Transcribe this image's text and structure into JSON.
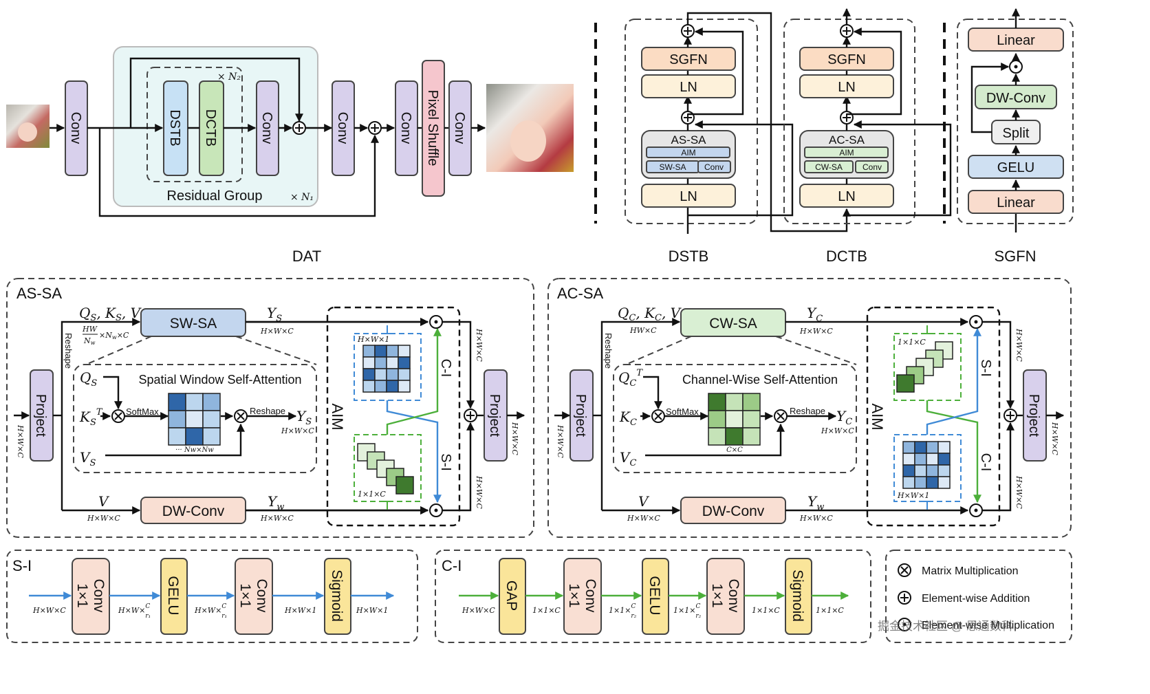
{
  "colors": {
    "conv_purple": "#d8d0ec",
    "dstb_blue": "#c7e1f5",
    "dctb_green": "#c8e6b9",
    "pixel_shuffle_pink": "#f5c6cd",
    "residual_bg": "#e8f6f6",
    "sgfn_orange": "#fbdcc3",
    "ln_cream": "#fdf1da",
    "as_sa_blue": "#c3d6ee",
    "ac_sa_green": "#d9efd3",
    "dwconv_peach": "#f9dfd3",
    "gelu_yellow": "#fae59a",
    "linear_salmon": "#f9dccd",
    "split_gray": "#efefef",
    "aim_gray": "#ececec",
    "s_i_blue": "#3f8ad6",
    "c_i_green": "#4caf3a"
  },
  "dat": {
    "title": "DAT",
    "conv1": "Conv",
    "dstb": "DSTB",
    "dctb": "DCTB",
    "conv_rg": "Conv",
    "n2": "× N₂",
    "residual_group": "Residual Group",
    "n1": "× N₁",
    "conv2": "Conv",
    "conv3": "Conv",
    "pixel_shuffle": "Pixel Shuffle",
    "conv4": "Conv",
    "input_image": "low-resolution input image",
    "output_image": "high-resolution output image"
  },
  "dstb": {
    "title": "DSTB",
    "sgfn": "SGFN",
    "ln_top": "LN",
    "attn": "AS-SA",
    "aim": "AIM",
    "sa": "SW-SA",
    "conv": "Conv",
    "ln_bottom": "LN"
  },
  "dctb": {
    "title": "DCTB",
    "sgfn": "SGFN",
    "ln_top": "LN",
    "attn": "AC-SA",
    "aim": "AIM",
    "sa": "CW-SA",
    "conv": "Conv",
    "ln_bottom": "LN"
  },
  "sgfn": {
    "title": "SGFN",
    "linear_top": "Linear",
    "dwconv": "DW-Conv",
    "split": "Split",
    "gelu": "GELU",
    "linear_bottom": "Linear"
  },
  "as_sa": {
    "title": "AS-SA",
    "project_in": "Project",
    "project_out": "Project",
    "in_dim": "H×W×C",
    "out_dim": "H×W×C",
    "reshape": "Reshape",
    "qkv": "Qs, Ks, Vs",
    "qkv_dim": "HW/Nw ×Nw×C",
    "sa_box": "SW-SA",
    "y_label": "Ys",
    "y_dim": "H×W×C",
    "detail_title": "Spatial Window Self-Attention",
    "q": "Qs",
    "k": "KsT",
    "v": "Vs",
    "softmax": "SoftMax",
    "reshape_inner": "Reshape",
    "attn_dim": "··· Nw×Nw",
    "y_inner": "Ys",
    "y_inner_dim": "H×W×C",
    "v_label": "V",
    "v_dim": "H×W×C",
    "dwconv": "DW-Conv",
    "yw_label": "Yw",
    "yw_dim": "H×W×C",
    "aim": "AIM",
    "map_top_dim": "H×W×1",
    "map_bottom_dim": "1×1×C",
    "ci_label": "C-I",
    "si_label": "S-I",
    "right_dim_top": "H×W×C",
    "right_dim_bottom": "H×W×C",
    "out_dim_right": "H×W×C"
  },
  "ac_sa": {
    "title": "AC-SA",
    "project_in": "Project",
    "project_out": "Project",
    "in_dim": "H×W×C",
    "outer_in_dim": "H×W×C",
    "out_dim": "H×W×C",
    "reshape": "Reshape",
    "qkv": "Qc, Kc, Vc",
    "qkv_dim": "HW×C",
    "sa_box": "CW-SA",
    "y_label": "Yc",
    "y_dim": "H×W×C",
    "detail_title": "Channel-Wise Self-Attention",
    "q": "QcT",
    "k": "Kc",
    "v": "Vc",
    "softmax": "SoftMax",
    "reshape_inner": "Reshape",
    "attn_dim": "C×C",
    "y_inner": "Yc",
    "y_inner_dim": "H×W×C",
    "v_label": "V",
    "v_dim": "H×W×C",
    "dwconv": "DW-Conv",
    "yw_label": "Yw",
    "yw_dim": "H×W×C",
    "aim": "AIM",
    "map_top_dim": "1×1×C",
    "map_bottom_dim": "H×W×1",
    "si_label": "S-I",
    "ci_label": "C-I",
    "right_dim_top": "H×W×C",
    "right_dim_bottom": "H×W×C"
  },
  "s_i": {
    "title": "S-I",
    "blocks": [
      "Conv 1×1",
      "GELU",
      "Conv 1×1",
      "Sigmoid"
    ],
    "conv1_l1": "Conv",
    "conv1_l2": "1×1",
    "gelu": "GELU",
    "conv2_l1": "Conv",
    "conv2_l2": "1×1",
    "sigmoid": "Sigmoid",
    "dims": [
      "H×W×C",
      "H×W×C/r₁",
      "H×W×C/r₁",
      "H×W×1",
      "H×W×1"
    ]
  },
  "c_i": {
    "title": "C-I",
    "gap": "GAP",
    "conv1_l1": "Conv",
    "conv1_l2": "1×1",
    "gelu": "GELU",
    "conv2_l1": "Conv",
    "conv2_l2": "1×1",
    "sigmoid": "Sigmoid",
    "dims": [
      "H×W×C",
      "1×1×C",
      "1×1×C/r₂",
      "1×1×C/r₂",
      "1×1×C",
      "1×1×C"
    ]
  },
  "legend": {
    "matmul": "Matrix Multiplication",
    "add": "Element-wise Addition",
    "mul": "Element-wise Multiplication",
    "watermark": "掘金技术社区 @ 思通数科"
  }
}
